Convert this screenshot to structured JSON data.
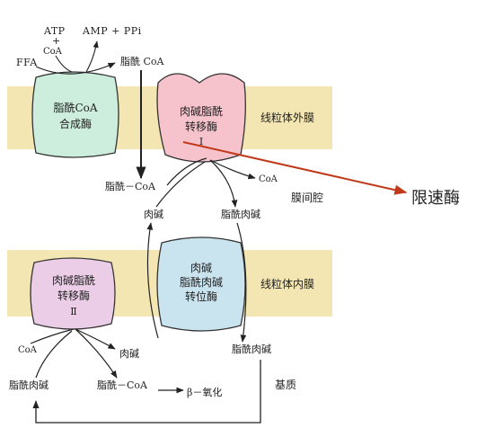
{
  "colors": {
    "membrane": "#f3e6b2",
    "acyl_coa_synthetase": "#cdeedd",
    "cpt": "#f6c3cc",
    "translocase": "#c9e4ef",
    "arrow": "#222222",
    "callout_arrow": "#c03a1a"
  },
  "labels": {
    "atp": "ATP",
    "plus_top": "+",
    "coa_top": "CoA",
    "amp_ppi": "AMP + PPi",
    "ffa": "FFA",
    "acyl_coa_outer": "脂酰 CoA",
    "acyl_coa_ims": "脂酰－CoA",
    "coa_ims": "CoA",
    "carnitine_ims": "肉碱",
    "acylcarnitine_ims": "脂酰肉碱",
    "coa_matrix": "CoA",
    "carnitine_matrix": "肉碱",
    "acylcarnitine_matrix_right": "脂酰肉碱",
    "acylcarnitine_matrix_left": "脂酰肉碱",
    "acyl_coa_matrix": "脂酰－CoA",
    "beta_oxidation": "β－氧化"
  },
  "regions": {
    "outer_membrane": "线粒体外膜",
    "intermembrane_space": "膜间腔",
    "inner_membrane": "线粒体内膜",
    "matrix": "基质"
  },
  "enzymes": {
    "synthetase": {
      "line1": "脂酰CoA",
      "line2": "合成酶"
    },
    "cpt1": {
      "line1": "肉碱脂酰",
      "line2": "转移酶",
      "line3": "I"
    },
    "translocase": {
      "line1": "肉碱",
      "line2": "脂酰肉碱",
      "line3": "转位酶"
    },
    "cpt2": {
      "line1": "肉碱脂酰",
      "line2": "转移酶",
      "line3": "Ⅱ"
    }
  },
  "callout": {
    "text": "限速酶"
  }
}
